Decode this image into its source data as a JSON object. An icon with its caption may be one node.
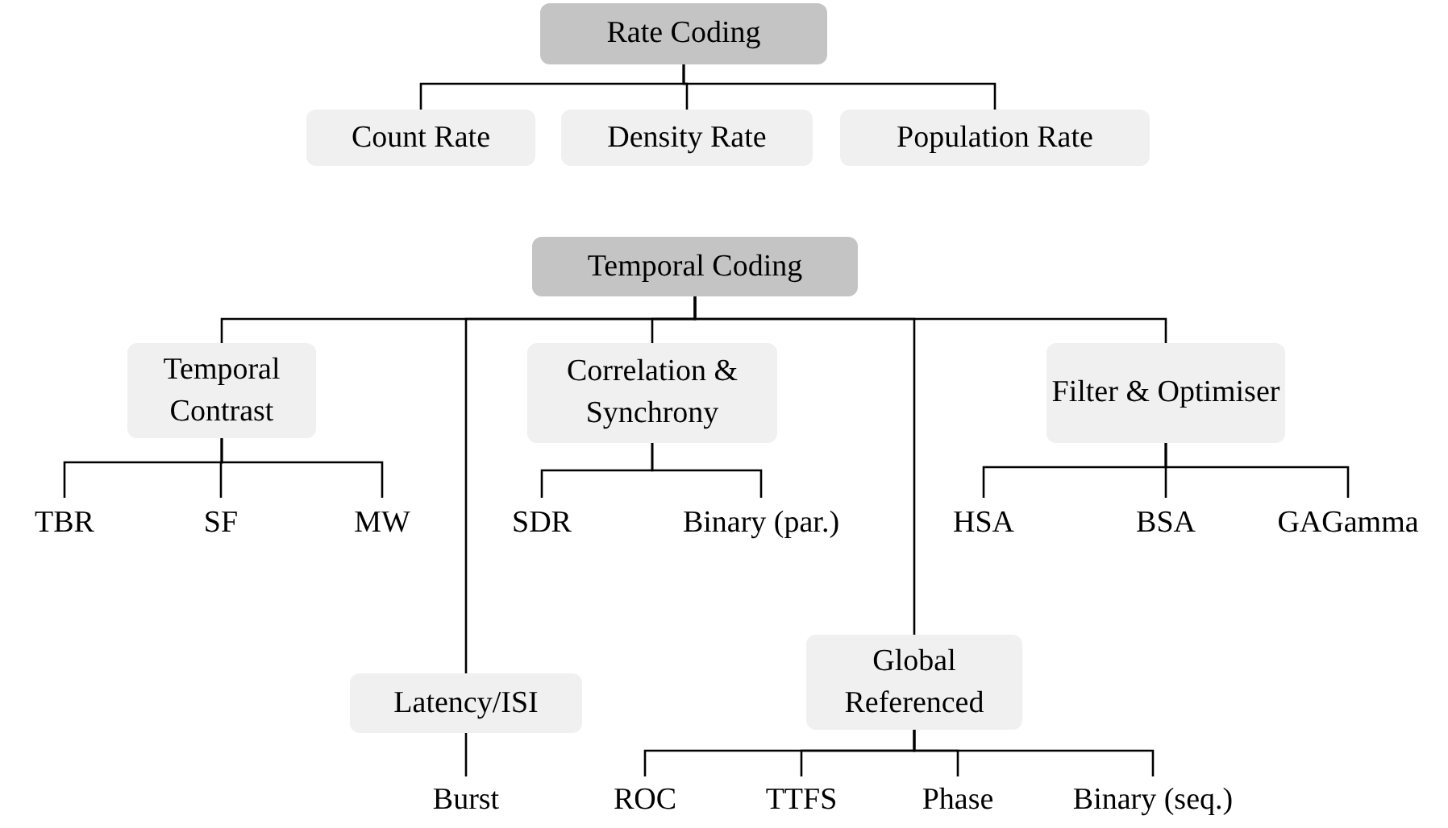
{
  "diagram": {
    "nodes": [
      {
        "text": [
          "Rate Coding"
        ]
      },
      {
        "text": [
          "Count Rate"
        ]
      },
      {
        "text": [
          "Density Rate"
        ]
      },
      {
        "text": [
          "Population Rate"
        ]
      },
      {
        "text": [
          "Temporal Coding"
        ]
      },
      {
        "text": [
          "Temporal Contrast"
        ]
      },
      {
        "text": [
          "Correlation & Synchrony"
        ]
      },
      {
        "text": [
          "Filter & Optimiser"
        ]
      },
      {
        "text": [
          "TBR"
        ]
      },
      {
        "text": [
          "SF"
        ]
      },
      {
        "text": [
          "MW"
        ]
      },
      {
        "text": [
          "SDR"
        ]
      },
      {
        "text": [
          "Binary (par.)"
        ]
      },
      {
        "text": [
          "HSA"
        ]
      },
      {
        "text": [
          "BSA"
        ]
      },
      {
        "text": [
          "GAGamma"
        ]
      },
      {
        "text": [
          "Latency/ISI"
        ]
      },
      {
        "text": [
          "Global Referenced"
        ]
      },
      {
        "text": [
          "Burst"
        ]
      },
      {
        "text": [
          "ROC"
        ]
      },
      {
        "text": [
          "TTFS"
        ]
      },
      {
        "text": [
          "Phase"
        ]
      },
      {
        "text": [
          "Binary (seq.)"
        ]
      }
    ],
    "edges": [
      {
        "from": 0,
        "to": 1,
        "arrow": "none"
      },
      {
        "from": 0,
        "to": 2,
        "arrow": "none"
      },
      {
        "from": 0,
        "to": 3,
        "arrow": "none"
      },
      {
        "from": 4,
        "to": 5,
        "arrow": "none"
      },
      {
        "from": 4,
        "to": 16,
        "arrow": "none"
      },
      {
        "from": 4,
        "to": 6,
        "arrow": "none"
      },
      {
        "from": 4,
        "to": 17,
        "arrow": "none"
      },
      {
        "from": 4,
        "to": 7,
        "arrow": "none"
      },
      {
        "from": 5,
        "to": 8,
        "arrow": "none"
      },
      {
        "from": 5,
        "to": 9,
        "arrow": "none"
      },
      {
        "from": 5,
        "to": 10,
        "arrow": "none"
      },
      {
        "from": 6,
        "to": 11,
        "arrow": "none"
      },
      {
        "from": 6,
        "to": 12,
        "arrow": "none"
      },
      {
        "from": 7,
        "to": 13,
        "arrow": "none"
      },
      {
        "from": 7,
        "to": 14,
        "arrow": "none"
      },
      {
        "from": 7,
        "to": 15,
        "arrow": "none"
      },
      {
        "from": 16,
        "to": 18,
        "arrow": "none"
      },
      {
        "from": 17,
        "to": 19,
        "arrow": "none"
      },
      {
        "from": 17,
        "to": 20,
        "arrow": "none"
      },
      {
        "from": 17,
        "to": 21,
        "arrow": "none"
      },
      {
        "from": 17,
        "to": 22,
        "arrow": "none"
      }
    ]
  }
}
